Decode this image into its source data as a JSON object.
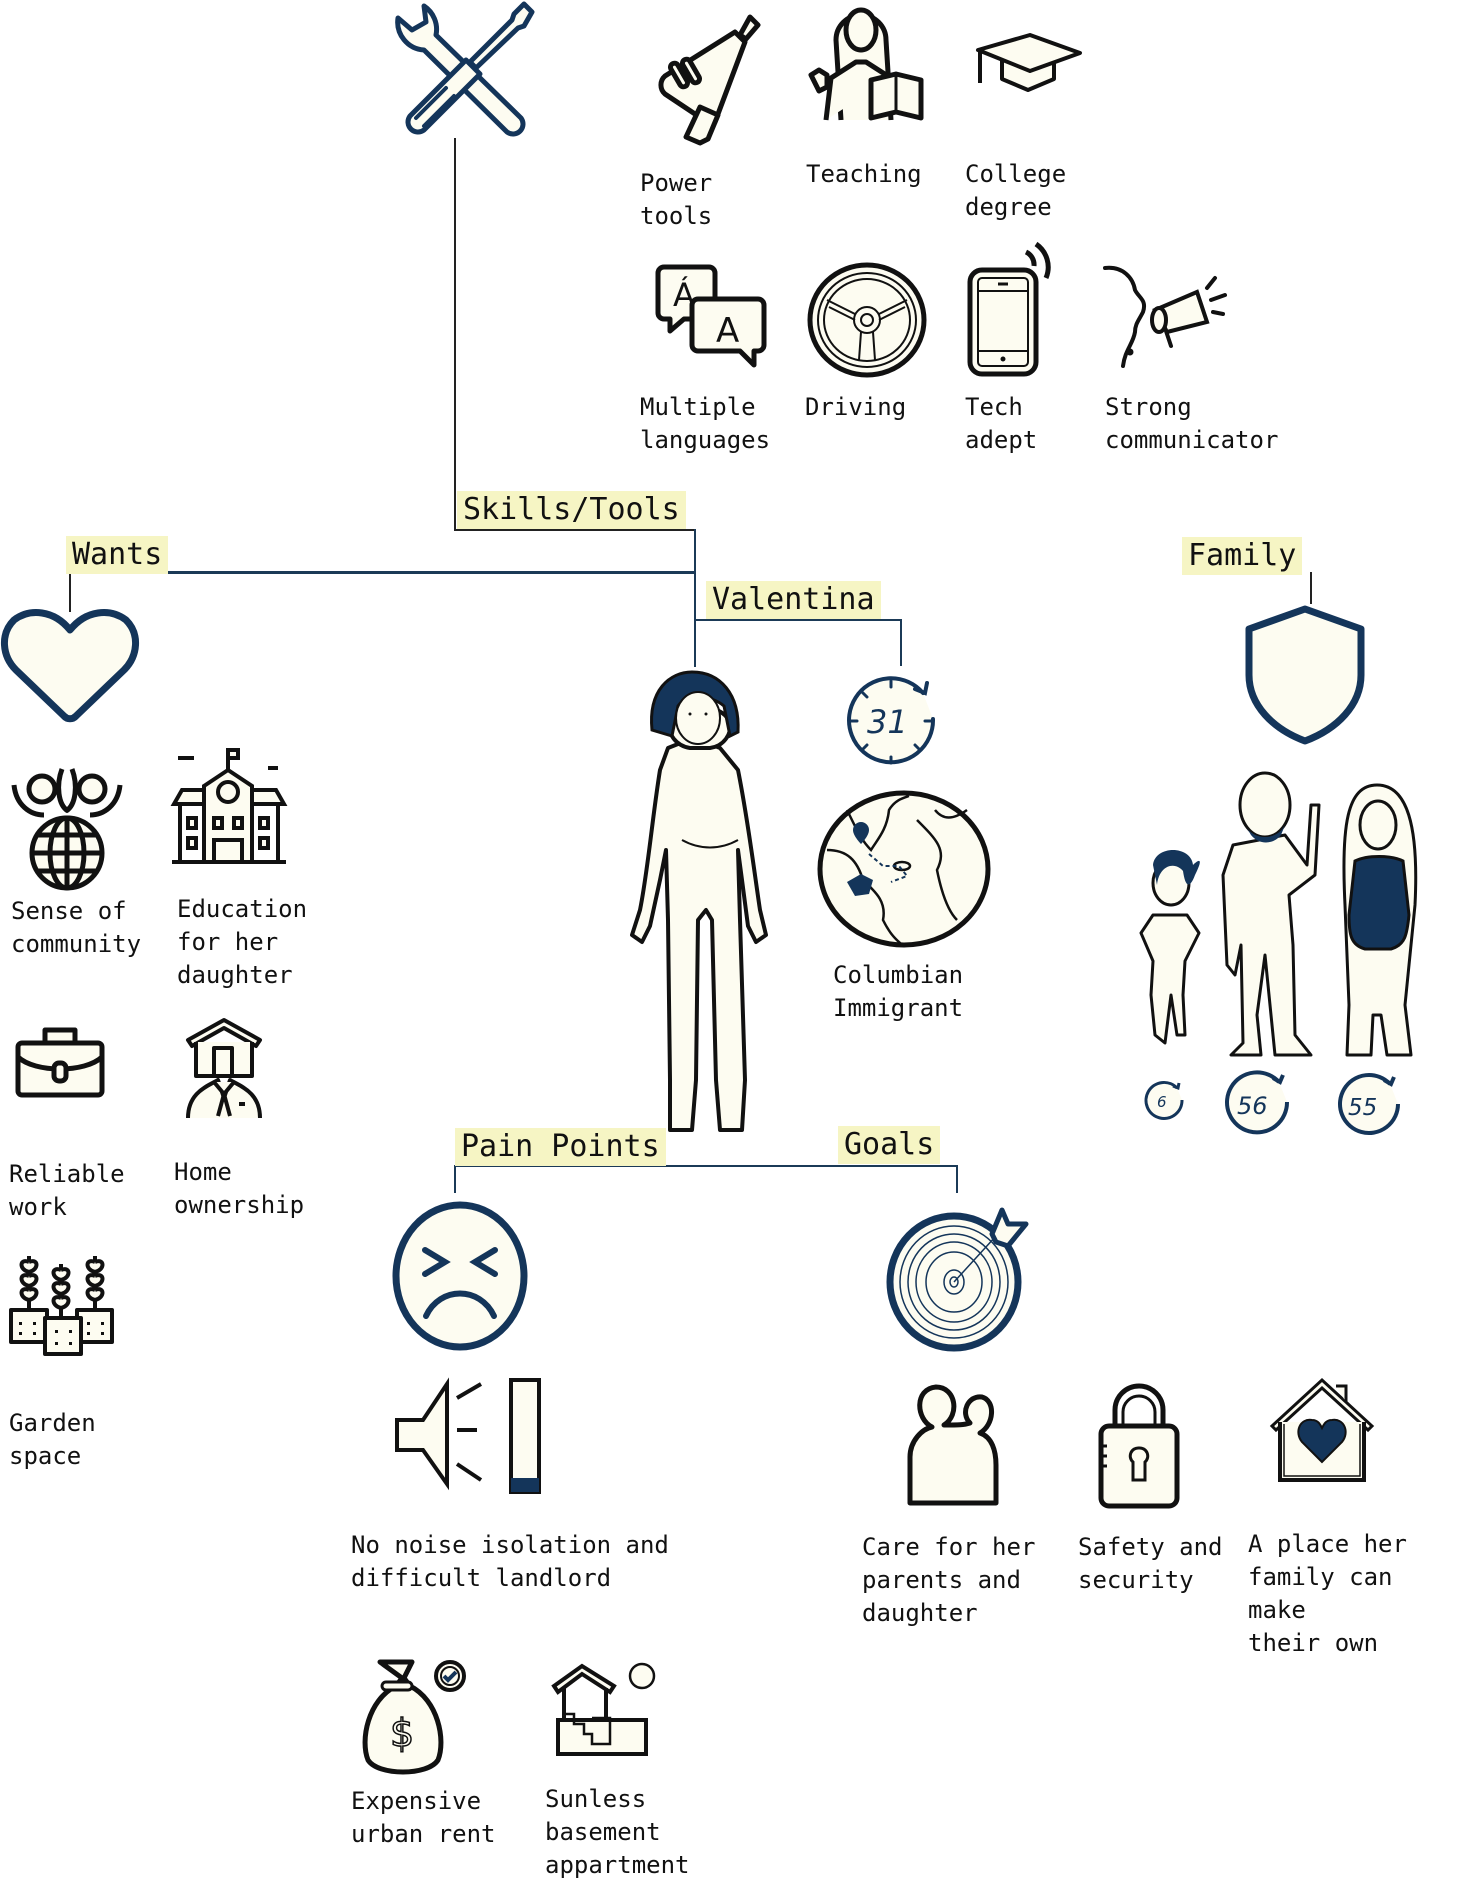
{
  "colors": {
    "navy": "#14355a",
    "label_bg": "#f6f5c4",
    "icon_fill": "#fdfcf1",
    "text": "#111111"
  },
  "persona": {
    "name": "Valentina",
    "age": "31",
    "origin": "Columbian Immigrant"
  },
  "sections": {
    "skills": {
      "label": "Skills/Tools",
      "items": [
        {
          "icon": "power-drill-icon",
          "text": "Power\ntools"
        },
        {
          "icon": "teacher-icon",
          "text": "Teaching"
        },
        {
          "icon": "graduation-cap-icon",
          "text": "College\ndegree"
        },
        {
          "icon": "translate-icon",
          "text": "Multiple\nlanguages"
        },
        {
          "icon": "steering-wheel-icon",
          "text": "Driving"
        },
        {
          "icon": "smartphone-icon",
          "text": "Tech\nadept"
        },
        {
          "icon": "megaphone-icon",
          "text": "Strong\ncommunicator"
        }
      ]
    },
    "wants": {
      "label": "Wants",
      "items": [
        {
          "icon": "community-globe-icon",
          "text": "Sense of\ncommunity"
        },
        {
          "icon": "school-icon",
          "text": "Education\nfor her\ndaughter"
        },
        {
          "icon": "briefcase-icon",
          "text": "Reliable\nwork"
        },
        {
          "icon": "home-owner-icon",
          "text": "Home\nownership"
        },
        {
          "icon": "plants-icon",
          "text": "Garden\nspace"
        }
      ]
    },
    "family": {
      "label": "Family",
      "members": [
        {
          "role": "daughter",
          "age": "6"
        },
        {
          "role": "father",
          "age": "56"
        },
        {
          "role": "mother",
          "age": "55"
        }
      ]
    },
    "pain_points": {
      "label": "Pain Points",
      "items": [
        {
          "icon": "noise-speaker-icon",
          "text": "No noise isolation and\ndifficult landlord"
        },
        {
          "icon": "money-bag-icon",
          "text": "Expensive\nurban rent"
        },
        {
          "icon": "basement-icon",
          "text": "Sunless\nbasement\nappartment"
        }
      ]
    },
    "goals": {
      "label": "Goals",
      "items": [
        {
          "icon": "family-care-icon",
          "text": "Care for her\nparents and\ndaughter"
        },
        {
          "icon": "padlock-icon",
          "text": "Safety and\nsecurity"
        },
        {
          "icon": "house-heart-icon",
          "text": "A place her\nfamily can make\ntheir own"
        }
      ]
    }
  }
}
